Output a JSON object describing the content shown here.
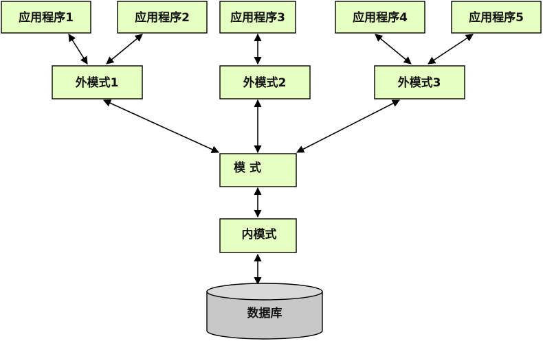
{
  "applications": [
    "应用程序1",
    "应用程序2",
    "应用程序3",
    "应用程序4",
    "应用程序5"
  ],
  "external_schemas": [
    "外模式1",
    "外模式2",
    "外模式3"
  ],
  "schema": "模 式",
  "internal_schema": "内模式",
  "database": "数据库",
  "colors": {
    "box_fill": "#e6ffc2",
    "database_fill": "#c8c8c8",
    "stroke": "#000000"
  }
}
